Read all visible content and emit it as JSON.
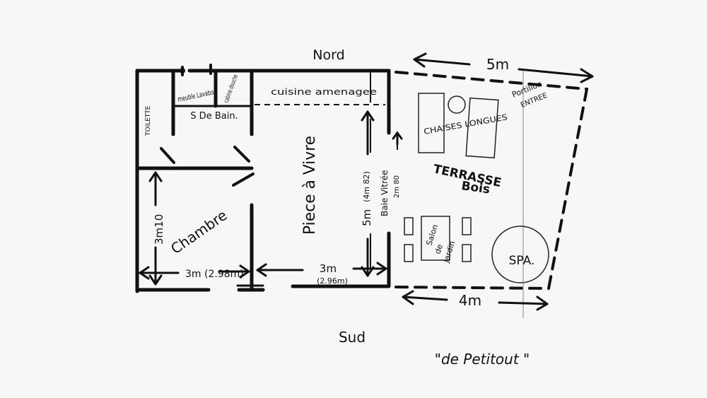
{
  "plan": {
    "north": "Nord",
    "south": "Sud",
    "caption": "\"de Petitout \"",
    "rooms": {
      "toilet": "TOILETTE",
      "cabinet": "meuble Lavabo",
      "shower": "cabine douche",
      "bathroom": "S De Bain.",
      "kitchen": "cuisine amenagee",
      "living": "Piece à Vivre",
      "bedroom": "Chambre"
    },
    "dimensions": {
      "bedroom_height": "3m10",
      "bedroom_width": "3m (2.98m)",
      "living_width": "3m",
      "living_width_exact": "(2.96m)",
      "living_length": "5m",
      "living_length_exact": "(4m 82)",
      "bay_window": "Baie Vitrée",
      "bay_window_size": "2m 80",
      "terrace_top": "5m",
      "terrace_bottom": "4m"
    },
    "terrace": {
      "title_line1": "TERRASSE",
      "title_line2": "Bois",
      "loungers": "CHAISES LONGUES",
      "garden_set_line1": "Salon",
      "garden_set_line2": "de",
      "garden_set_line3": "Jardin",
      "spa": "SPA.",
      "gate_line1": "Portillon",
      "gate_line2": "ENTREE"
    }
  }
}
